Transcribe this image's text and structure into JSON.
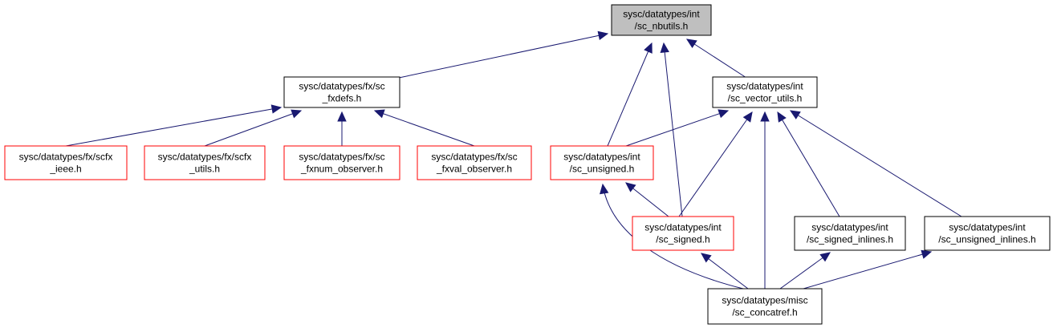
{
  "colors": {
    "edge": "#191970",
    "focus_fill": "#bfbfbf",
    "normal_border": "#000000",
    "truncated_border": "#ff0000"
  },
  "nodes": [
    {
      "id": "nbutils",
      "lines": [
        "sysc/datatypes/int",
        "/sc_nbutils.h"
      ],
      "style": "focus"
    },
    {
      "id": "fxdefs",
      "lines": [
        "sysc/datatypes/fx/sc",
        "_fxdefs.h"
      ],
      "style": "normal"
    },
    {
      "id": "vector_utils",
      "lines": [
        "sysc/datatypes/int",
        "/sc_vector_utils.h"
      ],
      "style": "normal"
    },
    {
      "id": "scfx_ieee",
      "lines": [
        "sysc/datatypes/fx/scfx",
        "_ieee.h"
      ],
      "style": "truncated"
    },
    {
      "id": "scfx_utils",
      "lines": [
        "sysc/datatypes/fx/scfx",
        "_utils.h"
      ],
      "style": "truncated"
    },
    {
      "id": "fxnum_observer",
      "lines": [
        "sysc/datatypes/fx/sc",
        "_fxnum_observer.h"
      ],
      "style": "truncated"
    },
    {
      "id": "fxval_observer",
      "lines": [
        "sysc/datatypes/fx/sc",
        "_fxval_observer.h"
      ],
      "style": "truncated"
    },
    {
      "id": "unsigned",
      "lines": [
        "sysc/datatypes/int",
        "/sc_unsigned.h"
      ],
      "style": "truncated"
    },
    {
      "id": "signed",
      "lines": [
        "sysc/datatypes/int",
        "/sc_signed.h"
      ],
      "style": "truncated"
    },
    {
      "id": "signed_inlines",
      "lines": [
        "sysc/datatypes/int",
        "/sc_signed_inlines.h"
      ],
      "style": "normal"
    },
    {
      "id": "unsigned_inlines",
      "lines": [
        "sysc/datatypes/int",
        "/sc_unsigned_inlines.h"
      ],
      "style": "normal"
    },
    {
      "id": "concatref",
      "lines": [
        "sysc/datatypes/misc",
        "/sc_concatref.h"
      ],
      "style": "normal"
    }
  ],
  "edges": [
    {
      "from": "fxdefs",
      "to": "nbutils"
    },
    {
      "from": "vector_utils",
      "to": "nbutils"
    },
    {
      "from": "unsigned",
      "to": "nbutils"
    },
    {
      "from": "signed",
      "to": "nbutils"
    },
    {
      "from": "scfx_ieee",
      "to": "fxdefs"
    },
    {
      "from": "scfx_utils",
      "to": "fxdefs"
    },
    {
      "from": "fxnum_observer",
      "to": "fxdefs"
    },
    {
      "from": "fxval_observer",
      "to": "fxdefs"
    },
    {
      "from": "unsigned",
      "to": "vector_utils"
    },
    {
      "from": "signed",
      "to": "vector_utils"
    },
    {
      "from": "concatref",
      "to": "vector_utils"
    },
    {
      "from": "signed_inlines",
      "to": "vector_utils"
    },
    {
      "from": "unsigned_inlines",
      "to": "vector_utils"
    },
    {
      "from": "signed",
      "to": "unsigned"
    },
    {
      "from": "concatref",
      "to": "unsigned"
    },
    {
      "from": "concatref",
      "to": "signed"
    },
    {
      "from": "concatref",
      "to": "signed_inlines"
    },
    {
      "from": "concatref",
      "to": "unsigned_inlines"
    }
  ]
}
